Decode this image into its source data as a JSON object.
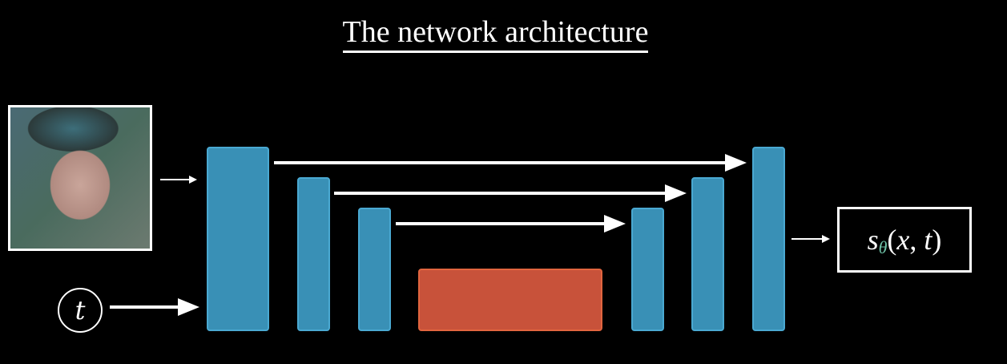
{
  "title": "The network architecture",
  "input_time_label": "t",
  "output": {
    "func": "s",
    "subscript": "θ",
    "args_open": "(",
    "x": "x",
    "comma": ", ",
    "t": "t",
    "args_close": ")"
  },
  "colors": {
    "encoder_decoder": "#3990b6",
    "bottleneck": "#c8523a",
    "theta": "#6fc3a8"
  }
}
